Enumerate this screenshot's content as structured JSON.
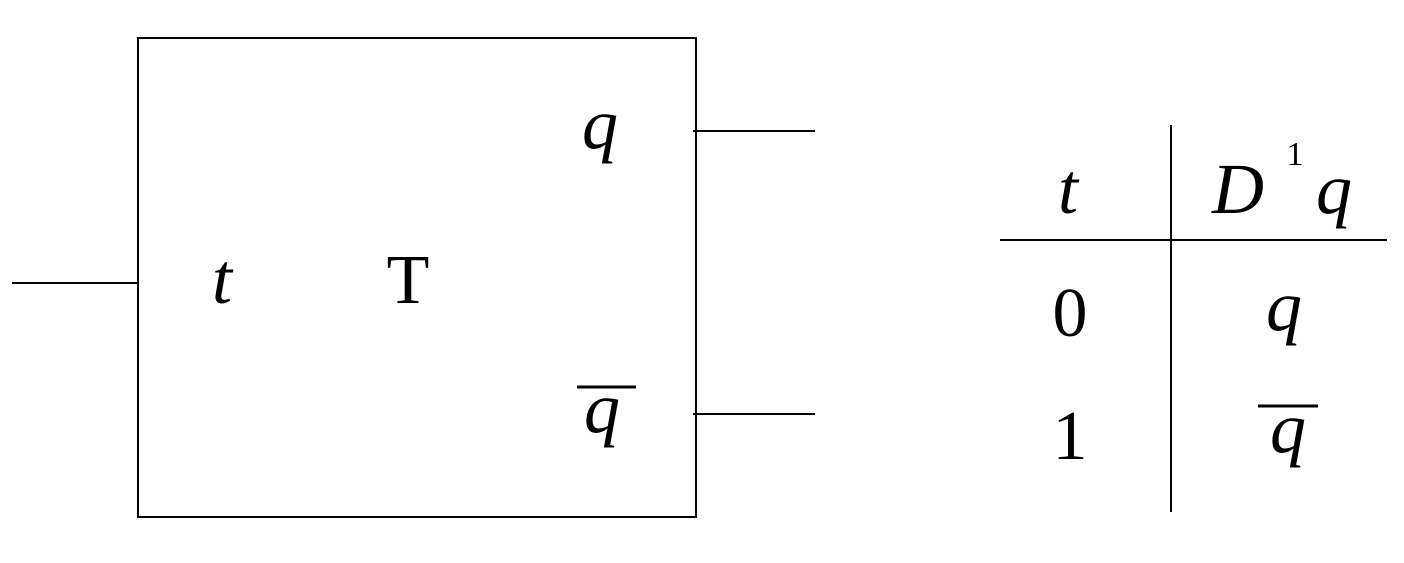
{
  "block": {
    "title": "T",
    "input_label": "t",
    "output_q": "q",
    "output_q_bar": "q"
  },
  "truth_table": {
    "headers": {
      "input": "t",
      "output_prefix": "D",
      "output_superscript": "1",
      "output_var": "q"
    },
    "rows": [
      {
        "t": "0",
        "next": "q",
        "negated": false
      },
      {
        "t": "1",
        "next": "q",
        "negated": true
      }
    ]
  }
}
